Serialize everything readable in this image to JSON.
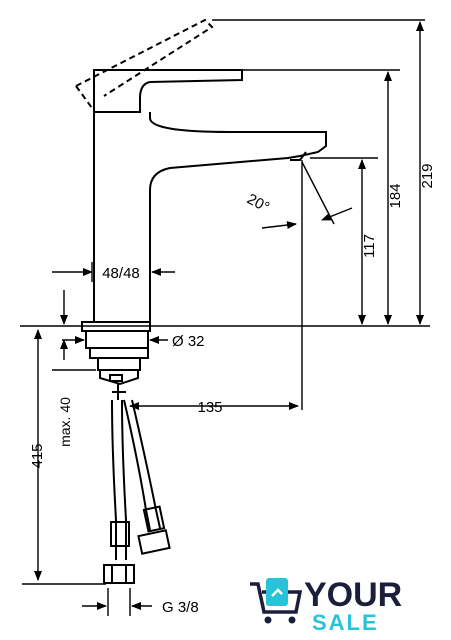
{
  "dimensions": {
    "total_height": "219",
    "spout_height": "184",
    "outlet_height": "117",
    "spray_angle": "20°",
    "body_width": "48/48",
    "hole_diameter": "Ø 32",
    "spout_reach": "135",
    "max_deck_thickness": "max. 40",
    "hose_length": "415",
    "connection_thread": "G 3/8"
  },
  "logo": {
    "word_top": "YOUR",
    "word_bottom": "SALE",
    "colors": {
      "dark": "#1b1f3b",
      "accent": "#29c3d9"
    }
  }
}
